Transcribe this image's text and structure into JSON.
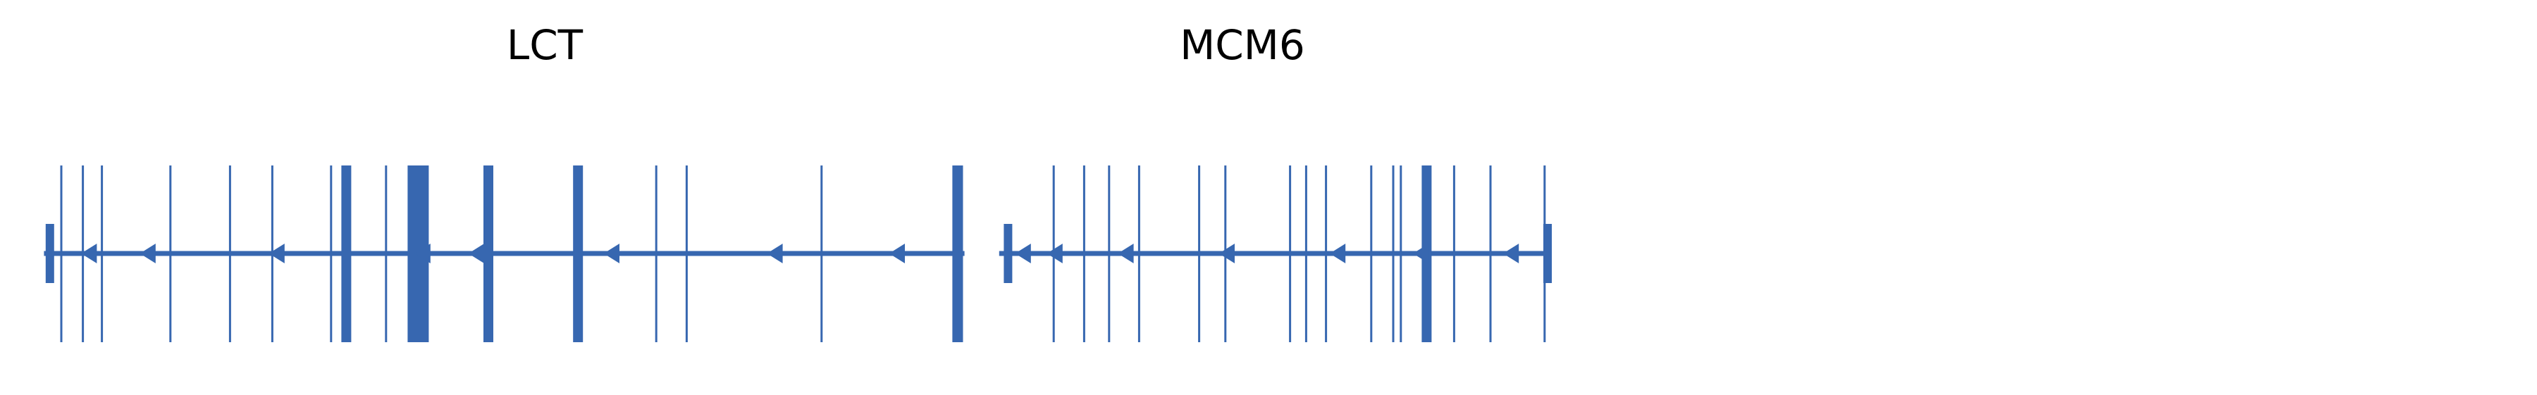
{
  "colors": {
    "gene": "#3767b0",
    "background": "#ffffff",
    "label": "#000000"
  },
  "chart_data": {
    "type": "gene-track",
    "strand_direction": "reverse",
    "genes": [
      {
        "name": "LCT",
        "exons": [
          {
            "pos": 11.8,
            "kind": "utr"
          },
          {
            "pos": 14.5,
            "kind": "thin"
          },
          {
            "pos": 19.6,
            "kind": "thin"
          },
          {
            "pos": 24.1,
            "kind": "thin"
          },
          {
            "pos": 40.3,
            "kind": "thin"
          },
          {
            "pos": 54.4,
            "kind": "thin"
          },
          {
            "pos": 64.4,
            "kind": "thin"
          },
          {
            "pos": 78.3,
            "kind": "thin"
          },
          {
            "pos": 81.9,
            "kind": "medium"
          },
          {
            "pos": 91.3,
            "kind": "thin"
          },
          {
            "pos": 98.9,
            "kind": "thick"
          },
          {
            "pos": 115.5,
            "kind": "medium"
          },
          {
            "pos": 136.7,
            "kind": "medium"
          },
          {
            "pos": 155.2,
            "kind": "thin"
          },
          {
            "pos": 162.4,
            "kind": "thin"
          },
          {
            "pos": 194.3,
            "kind": "thin"
          },
          {
            "pos": 226.4,
            "kind": "medium"
          },
          {
            "pos": 227.5,
            "kind": "thin"
          }
        ],
        "arrows": [
          21.5,
          35.4,
          65.9,
          100.4,
          113.1,
          145.1,
          183.7,
          212.6
        ]
      },
      {
        "name": "MCM6",
        "exons": [
          {
            "pos": 238.4,
            "kind": "utr"
          },
          {
            "pos": 249.2,
            "kind": "thin"
          },
          {
            "pos": 256.4,
            "kind": "thin"
          },
          {
            "pos": 262.3,
            "kind": "thin"
          },
          {
            "pos": 269.4,
            "kind": "thin"
          },
          {
            "pos": 283.6,
            "kind": "thin"
          },
          {
            "pos": 289.8,
            "kind": "thin"
          },
          {
            "pos": 305.1,
            "kind": "thin"
          },
          {
            "pos": 308.9,
            "kind": "thin"
          },
          {
            "pos": 313.6,
            "kind": "thin"
          },
          {
            "pos": 324.3,
            "kind": "thin"
          },
          {
            "pos": 329.5,
            "kind": "thin"
          },
          {
            "pos": 331.3,
            "kind": "thin"
          },
          {
            "pos": 337.4,
            "kind": "medium"
          },
          {
            "pos": 343.9,
            "kind": "thin"
          },
          {
            "pos": 352.5,
            "kind": "thin"
          },
          {
            "pos": 365.3,
            "kind": "thin"
          },
          {
            "pos": 366.0,
            "kind": "utr"
          }
        ],
        "arrows": [
          242.4,
          249.9,
          266.7,
          290.6,
          316.8,
          336.5,
          357.8
        ]
      }
    ],
    "x_range": [
      0,
      600
    ],
    "spans": [
      {
        "gene": "LCT",
        "start": 10.4,
        "end": 228.1
      },
      {
        "gene": "MCM6",
        "start": 236.3,
        "end": 366.0
      }
    ]
  }
}
